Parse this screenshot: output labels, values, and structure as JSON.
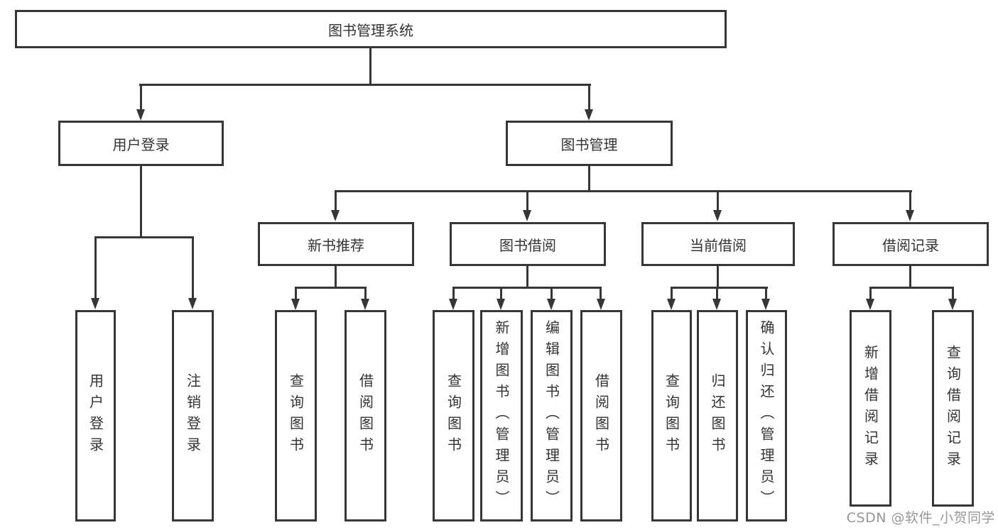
{
  "diagram_title": "图书管理系统",
  "colors": {
    "line": "#363636",
    "text": "#333333",
    "watermark": "#979797",
    "background": "#ffffff"
  },
  "nodes": {
    "root": {
      "label": "图书管理系统"
    },
    "level2": [
      {
        "label": "用户登录"
      },
      {
        "label": "图书管理"
      }
    ],
    "level3": [
      {
        "label": "新书推荐"
      },
      {
        "label": "图书借阅"
      },
      {
        "label": "当前借阅"
      },
      {
        "label": "借阅记录"
      }
    ],
    "leaves": {
      "user_login": [
        {
          "label": "用户登录"
        },
        {
          "label": "注销登录"
        }
      ],
      "new_book_recommend": [
        {
          "label": "查询图书"
        },
        {
          "label": "借阅图书"
        }
      ],
      "book_borrow": [
        {
          "label": "查询图书"
        },
        {
          "label": "新增图书（管理员）"
        },
        {
          "label": "编辑图书（管理员）"
        },
        {
          "label": "借阅图书"
        }
      ],
      "current_borrow": [
        {
          "label": "查询图书"
        },
        {
          "label": "归还图书"
        },
        {
          "label": "确认归还（管理员）"
        }
      ],
      "borrow_records": [
        {
          "label": "新增借阅记录"
        },
        {
          "label": "查询借阅记录"
        }
      ]
    }
  },
  "watermark": {
    "text": "CSDN @软件_小贺同学"
  }
}
